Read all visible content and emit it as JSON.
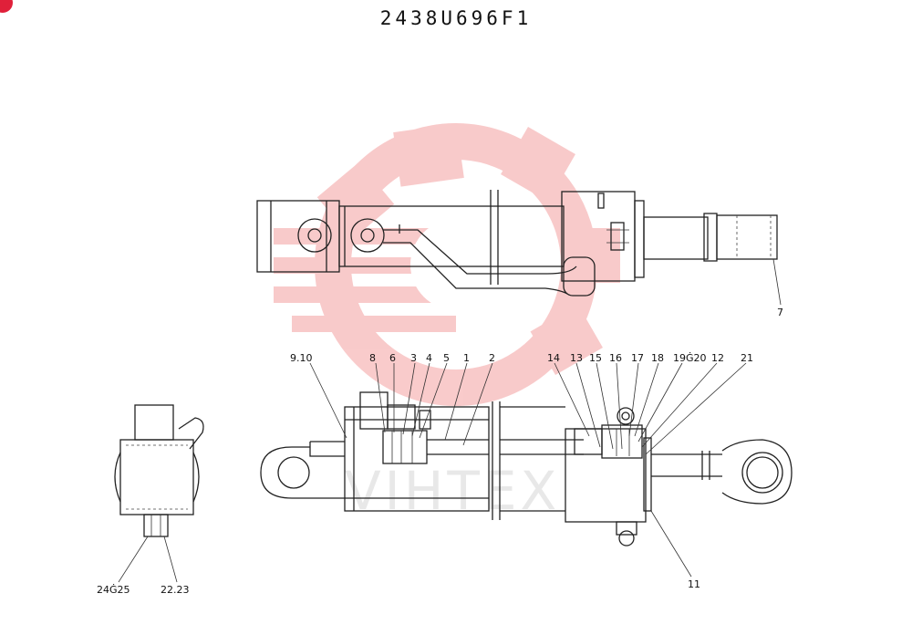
{
  "title": "2438U696F1",
  "watermark": {
    "text": "VIHTEX",
    "color": "#f2b5b5"
  },
  "badge_color": "#e0203a",
  "callouts_top": [
    {
      "id": "c7",
      "label": "7"
    }
  ],
  "callouts_main": [
    {
      "id": "c910",
      "label": "9.10"
    },
    {
      "id": "c8",
      "label": "8"
    },
    {
      "id": "c6",
      "label": "6"
    },
    {
      "id": "c3",
      "label": "3"
    },
    {
      "id": "c4",
      "label": "4"
    },
    {
      "id": "c5",
      "label": "5"
    },
    {
      "id": "c1",
      "label": "1"
    },
    {
      "id": "c2",
      "label": "2"
    },
    {
      "id": "c14",
      "label": "14"
    },
    {
      "id": "c13",
      "label": "13"
    },
    {
      "id": "c15",
      "label": "15"
    },
    {
      "id": "c16",
      "label": "16"
    },
    {
      "id": "c17",
      "label": "17"
    },
    {
      "id": "c18",
      "label": "18"
    },
    {
      "id": "c1920",
      "label": "19Ġ20"
    },
    {
      "id": "c12",
      "label": "12"
    },
    {
      "id": "c21",
      "label": "21"
    },
    {
      "id": "c11",
      "label": "11"
    }
  ],
  "callouts_side": [
    {
      "id": "c2425",
      "label": "24Ġ25"
    },
    {
      "id": "c2223",
      "label": "22.23"
    }
  ]
}
